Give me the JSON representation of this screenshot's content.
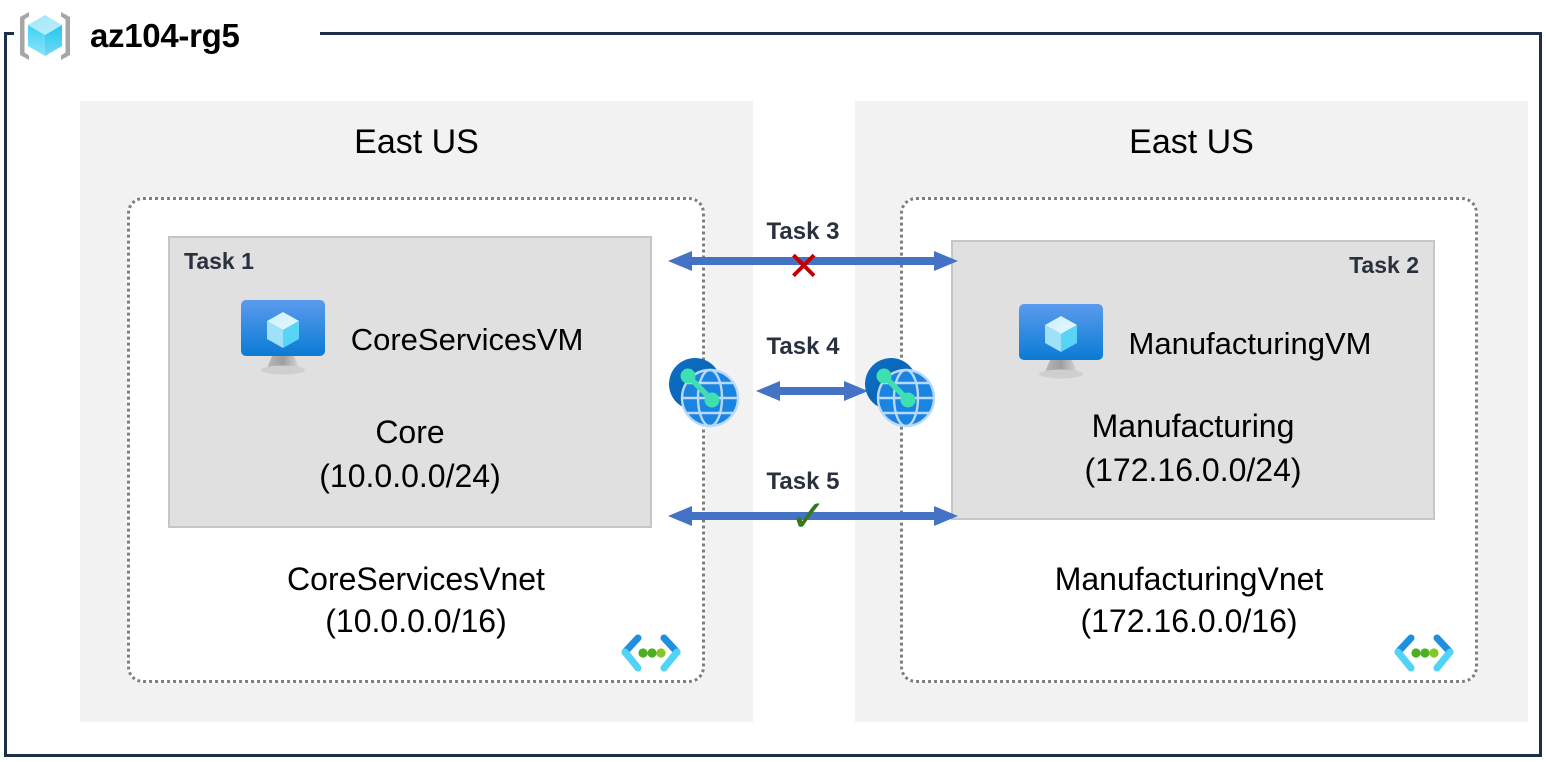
{
  "resource_group": {
    "name": "az104-rg5",
    "icon": "resource-group-cube-icon"
  },
  "regions": [
    {
      "id": "left",
      "label": "East US"
    },
    {
      "id": "right",
      "label": "East US"
    }
  ],
  "vnets": [
    {
      "id": "left",
      "name": "CoreServicesVnet",
      "address_space": "(10.0.0.0/16)",
      "icon": "virtual-network-icon"
    },
    {
      "id": "right",
      "name": "ManufacturingVnet",
      "address_space": "(172.16.0.0/16)",
      "icon": "virtual-network-icon"
    }
  ],
  "subnets": [
    {
      "id": "left",
      "task_tag": "Task 1",
      "task_tag_align": "left",
      "vm_name": "CoreServicesVM",
      "vm_icon": "virtual-machine-icon",
      "subnet_name": "Core",
      "subnet_range": "(10.0.0.0/24)"
    },
    {
      "id": "right",
      "task_tag": "Task 2",
      "task_tag_align": "right",
      "vm_name": "ManufacturingVM",
      "vm_icon": "virtual-machine-icon",
      "subnet_name": "Manufacturing",
      "subnet_range": "(172.16.0.0/24)"
    }
  ],
  "connectors": [
    {
      "id": "task3",
      "label": "Task 3",
      "mark": "✕",
      "mark_type": "blocked",
      "mark_color": "#c00000",
      "style": "double-arrow",
      "arrow_color": "#4472c4"
    },
    {
      "id": "task4",
      "label": "Task 4",
      "mark": "",
      "mark_type": "peering",
      "style": "double-arrow-short",
      "arrow_color": "#4472c4",
      "left_icon": "vnet-peering-icon",
      "right_icon": "vnet-peering-icon"
    },
    {
      "id": "task5",
      "label": "Task 5",
      "mark": "✓",
      "mark_type": "allowed",
      "mark_color": "#38761d",
      "style": "double-arrow",
      "arrow_color": "#4472c4"
    }
  ],
  "colors": {
    "frame": "#1c2e4a",
    "region_fill": "#f2f2f2",
    "vnet_border": "#7f7f7f",
    "subnet_fill": "#e0e0e0",
    "subnet_border": "#c6c6c6",
    "arrow": "#4472c4",
    "blocked": "#c00000",
    "allowed": "#38761d",
    "azure_blue": "#0078d4",
    "task_text": "#29313f"
  }
}
